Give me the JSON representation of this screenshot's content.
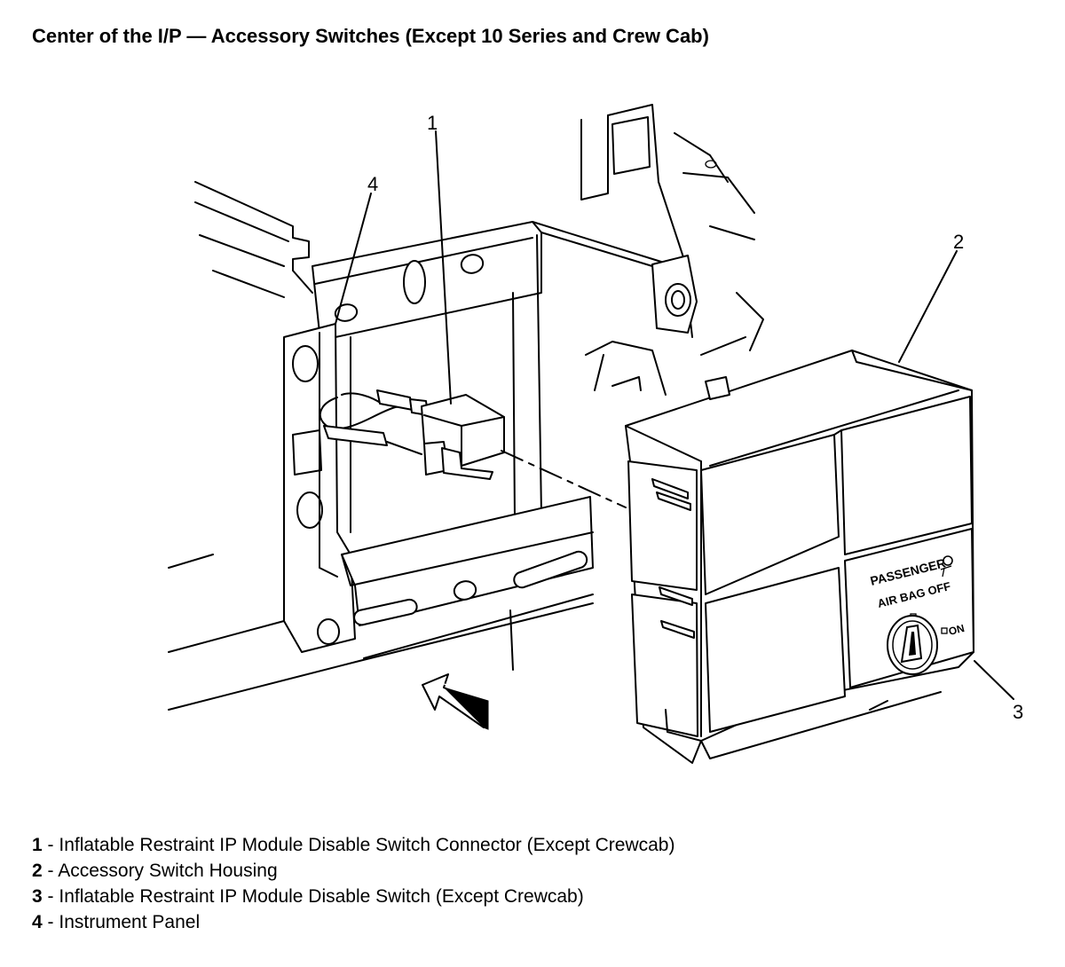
{
  "title": "Center of the I/P — Accessory Switches (Except 10 Series and Crew Cab)",
  "callouts": [
    "1",
    "2",
    "3",
    "4"
  ],
  "switch_panel": {
    "line1": "PASSENGER",
    "line2": "AIR BAG OFF",
    "on_label": "ON"
  },
  "legend": [
    {
      "num": "1",
      "sep": " - ",
      "text": "Inflatable Restraint IP Module Disable Switch Connector (Except Crewcab)"
    },
    {
      "num": "2",
      "sep": " - ",
      "text": "Accessory Switch Housing"
    },
    {
      "num": "3",
      "sep": " - ",
      "text": "Inflatable Restraint IP Module Disable Switch (Except Crewcab)"
    },
    {
      "num": "4",
      "sep": " - ",
      "text": "Instrument Panel"
    }
  ]
}
